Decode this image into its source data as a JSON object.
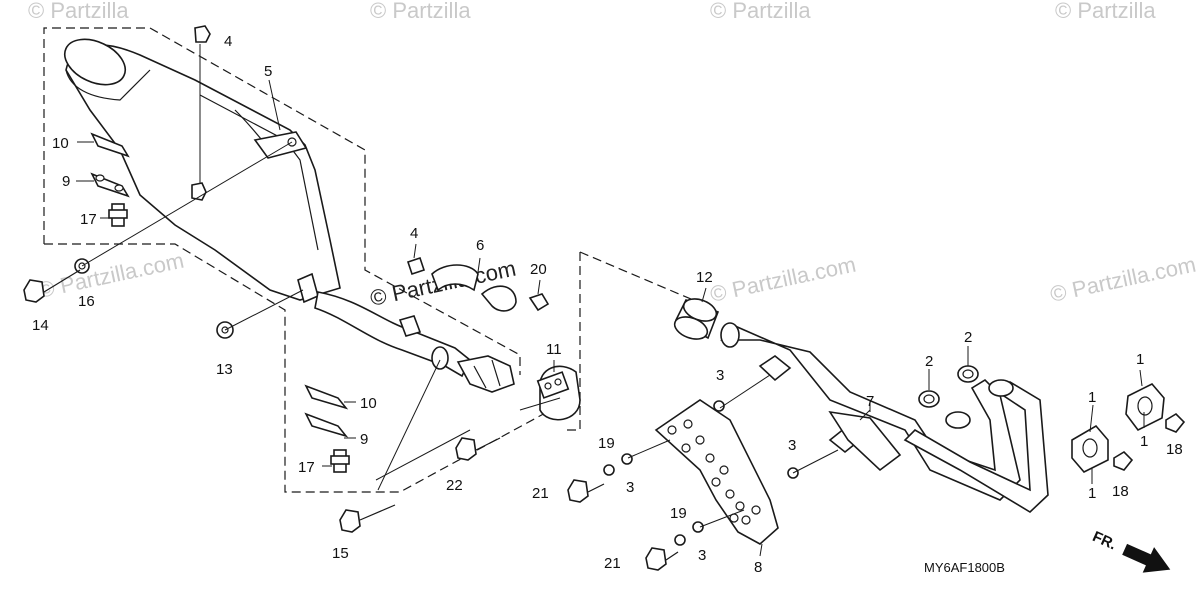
{
  "watermark": {
    "text": "© Partzilla",
    "text_com": "© Partzilla.com"
  },
  "callouts": {
    "c1": "1",
    "c2": "2",
    "c3": "3",
    "c4": "4",
    "c5": "5",
    "c6": "6",
    "c7": "7",
    "c8": "8",
    "c9": "9",
    "c10": "10",
    "c11": "11",
    "c12": "12",
    "c13": "13",
    "c14": "14",
    "c15": "15",
    "c16": "16",
    "c17": "17",
    "c18": "18",
    "c19": "19",
    "c20": "20",
    "c21": "21",
    "c22": "22"
  },
  "diagram_code": "MY6AF1800B",
  "direction_label": "FR."
}
